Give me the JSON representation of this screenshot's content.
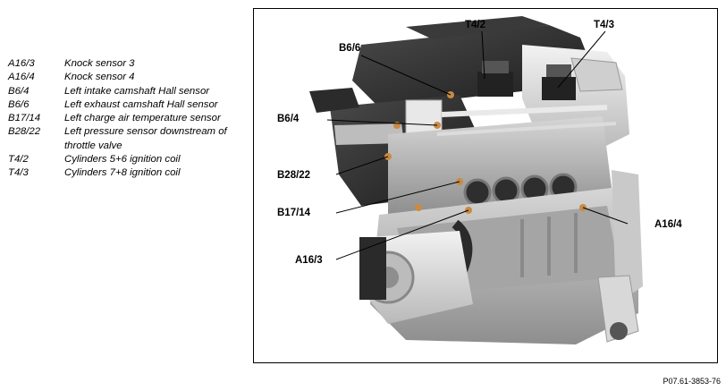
{
  "legend": [
    {
      "code": "A16/3",
      "desc": "Knock sensor 3"
    },
    {
      "code": "A16/4",
      "desc": "Knock sensor 4"
    },
    {
      "code": "B6/4",
      "desc": "Left intake camshaft Hall sensor"
    },
    {
      "code": "B6/6",
      "desc": "Left exhaust camshaft Hall sensor"
    },
    {
      "code": "B17/14",
      "desc": "Left charge air temperature sensor"
    },
    {
      "code": "B28/22",
      "desc": "Left pressure sensor downstream of throttle valve"
    },
    {
      "code": "T4/2",
      "desc": "Cylinders 5+6 ignition coil"
    },
    {
      "code": "T4/3",
      "desc": "Cylinders 7+8 ignition coil"
    }
  ],
  "callouts": {
    "t42": "T4/2",
    "t43": "T4/3",
    "b66": "B6/6",
    "b64": "B6/4",
    "b2822": "B28/22",
    "b1714": "B17/14",
    "a163": "A16/3",
    "a164": "A16/4"
  },
  "figure_ref": "P07.61-3853-76"
}
